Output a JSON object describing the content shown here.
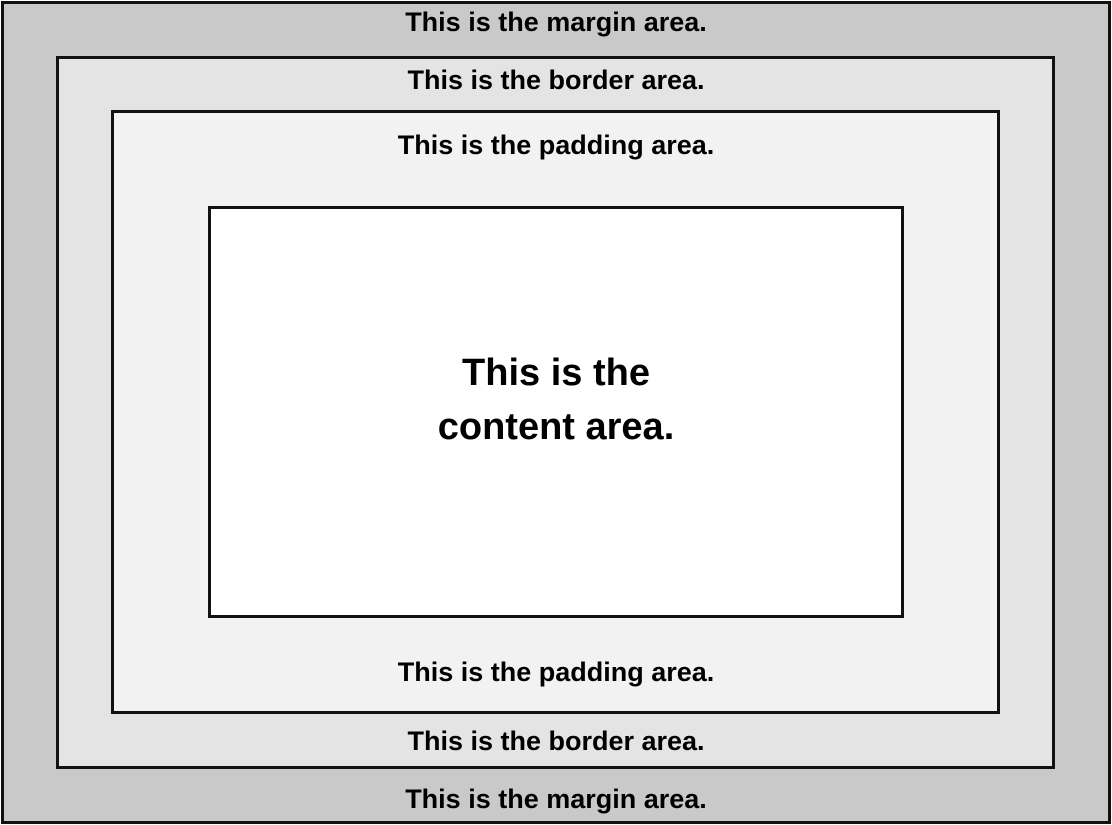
{
  "diagram": {
    "margin_label": "This is the margin area.",
    "border_label": "This is the border area.",
    "padding_label": "This is the padding area.",
    "content_label_line1": "This is the",
    "content_label_line2": "content area."
  },
  "colors": {
    "margin_fill": "#c9c9c9",
    "border_fill": "#e4e4e4",
    "padding_fill": "#f2f2f2",
    "content_fill": "#ffffff",
    "outline": "#111111"
  }
}
